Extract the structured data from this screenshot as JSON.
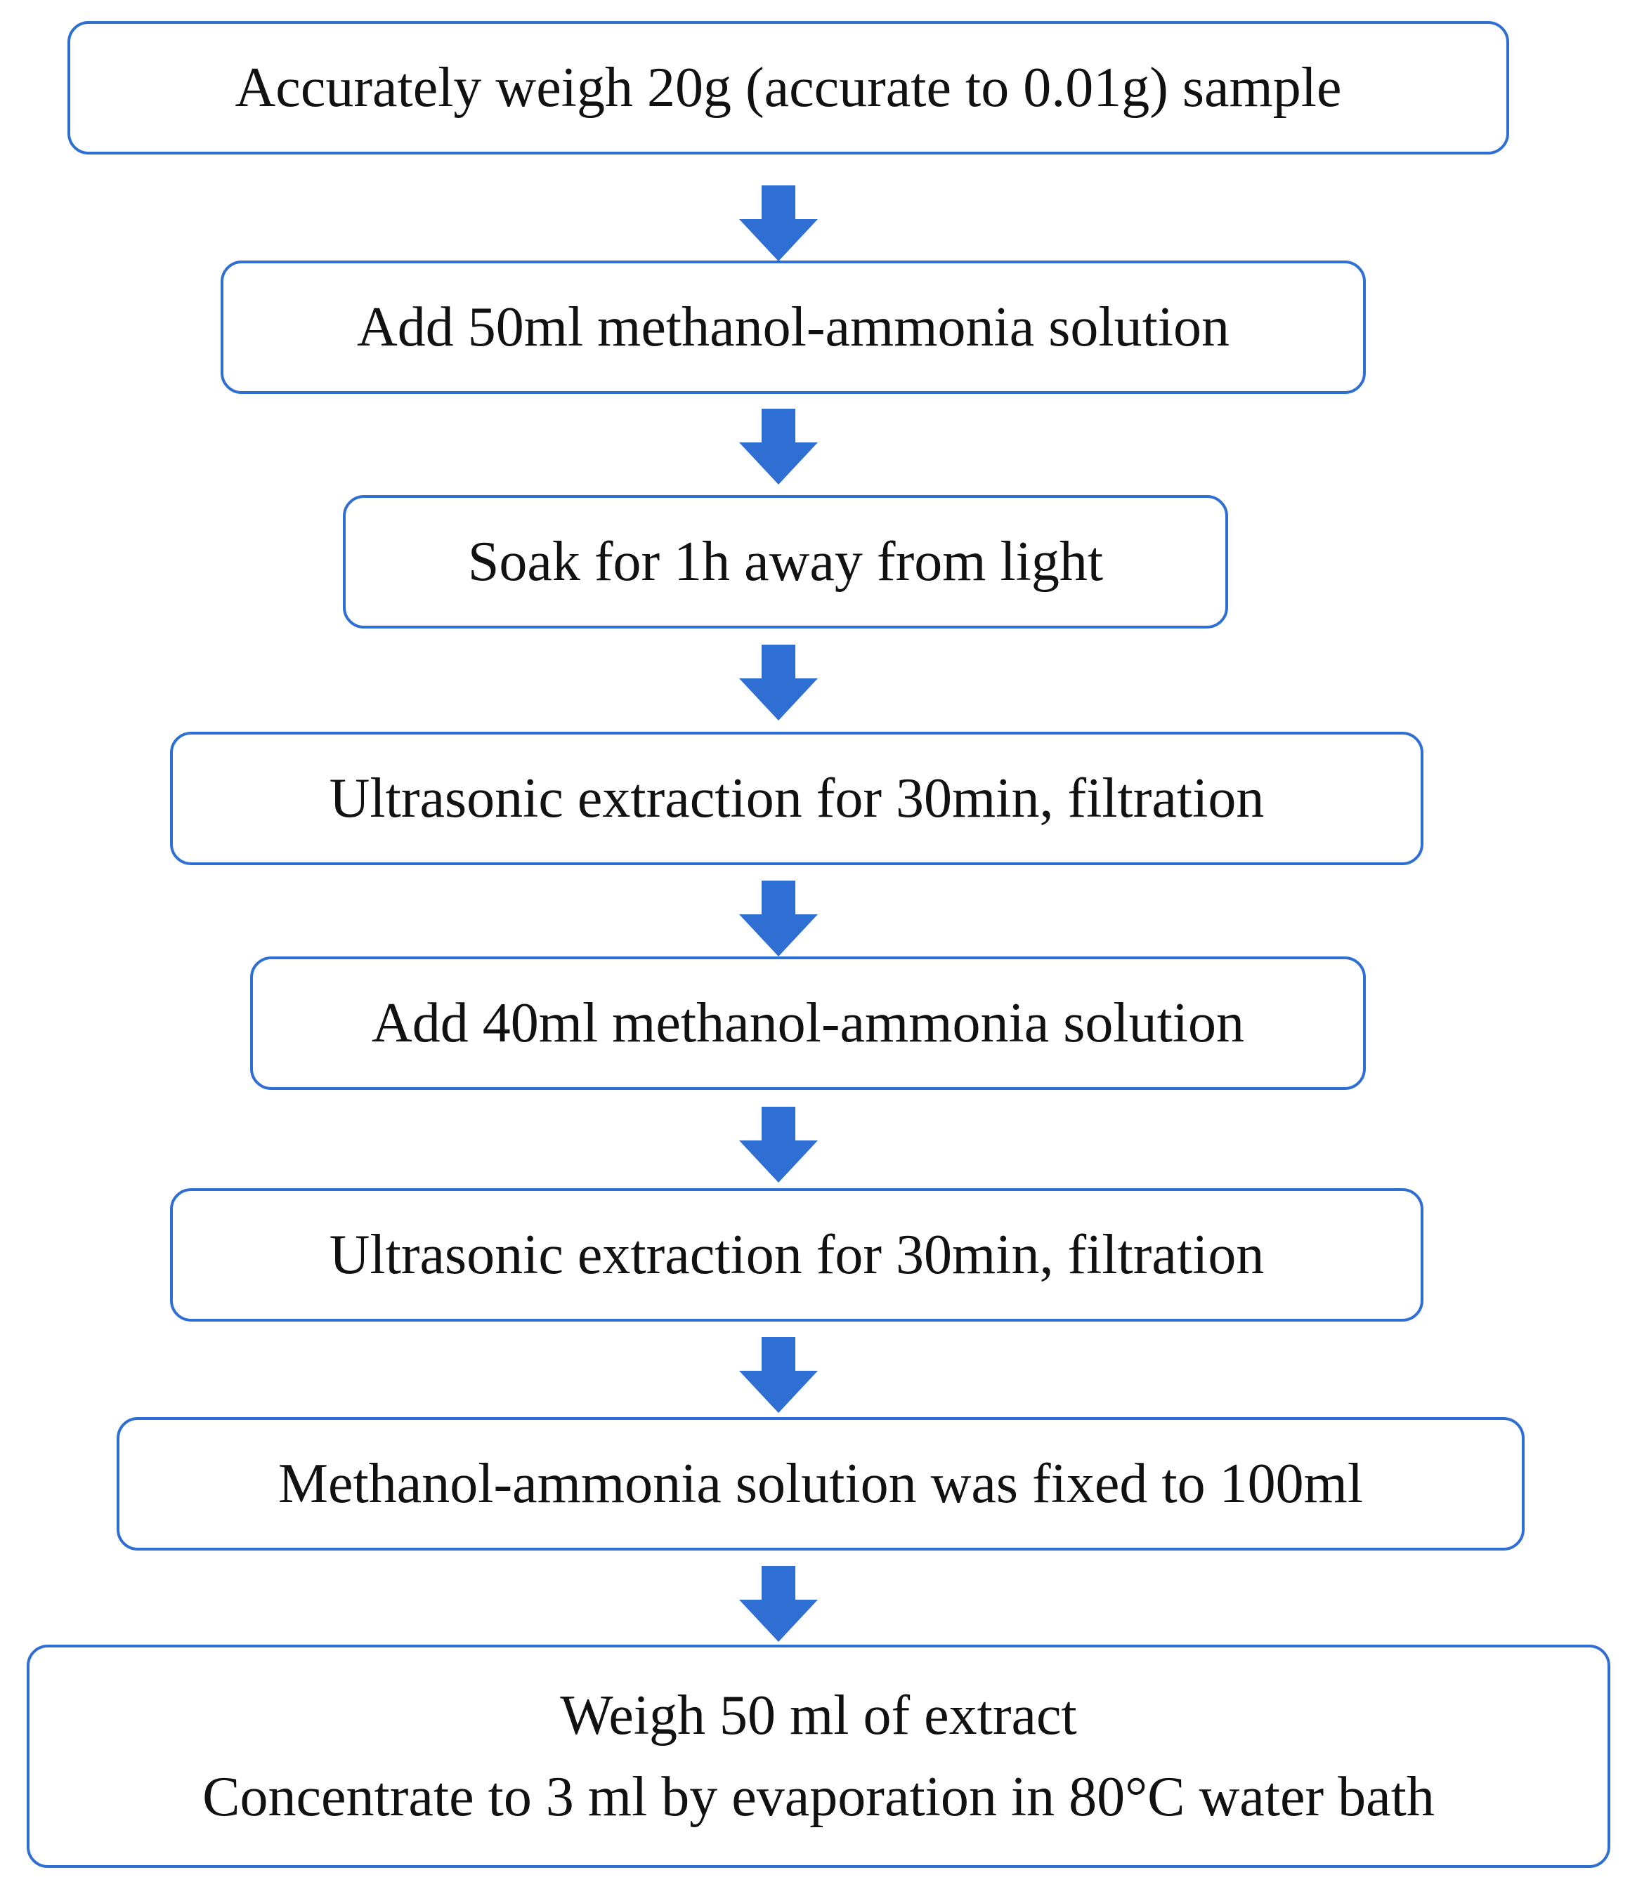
{
  "steps": [
    {
      "text": "Accurately weigh 20g (accurate to 0.01g) sample"
    },
    {
      "text": "Add 50ml methanol-ammonia solution"
    },
    {
      "text": "Soak for 1h away from light"
    },
    {
      "text": "Ultrasonic extraction for 30min, filtration"
    },
    {
      "text": "Add 40ml methanol-ammonia solution"
    },
    {
      "text": "Ultrasonic extraction for 30min, filtration"
    },
    {
      "text": "Methanol-ammonia solution was fixed to 100ml"
    },
    {
      "lines": [
        "Weigh 50 ml of extract",
        "Concentrate to 3 ml by evaporation in 80°C water bath"
      ]
    }
  ],
  "colors": {
    "box_border": "#2f6fd4",
    "arrow_fill": "#2f6fd4",
    "text": "#111111"
  },
  "icons": {
    "arrow": "down-arrow-icon"
  }
}
